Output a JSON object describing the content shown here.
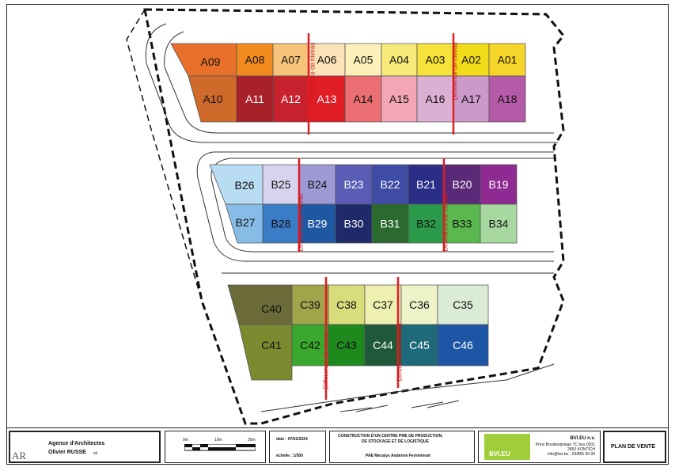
{
  "plan": {
    "row_a_top": [
      "A09",
      "A08",
      "A07",
      "A06",
      "A05",
      "A04",
      "A03",
      "A02",
      "A01"
    ],
    "row_a_bottom": [
      "A10",
      "A11",
      "A12",
      "A13",
      "A14",
      "A15",
      "A16",
      "A17",
      "A18"
    ],
    "row_b_top": [
      "B26",
      "B25",
      "B24",
      "B23",
      "B22",
      "B21",
      "B20",
      "B19"
    ],
    "row_b_bottom": [
      "B27",
      "B28",
      "B29",
      "B30",
      "B31",
      "B32",
      "B33",
      "B34"
    ],
    "row_c_top": [
      "C40",
      "C39",
      "C38",
      "C37",
      "C36",
      "C35"
    ],
    "row_c_bottom": [
      "C41",
      "C42",
      "C43",
      "C44",
      "C45",
      "C46"
    ],
    "level_note": "Différence de niveau",
    "colors": {
      "A09": "#e8702a",
      "A08": "#f28a1e",
      "A07": "#f6c37a",
      "A06": "#fbe2b8",
      "A05": "#fdf0b8",
      "A04": "#f7ea7a",
      "A03": "#f5e23a",
      "A02": "#f2dc1a",
      "A01": "#f6d52a",
      "A10": "#d06a2a",
      "A11": "#a8202a",
      "A12": "#c8222e",
      "A13": "#e01c24",
      "A14": "#ec6f73",
      "A15": "#f3a6b3",
      "A16": "#dcb0d2",
      "A17": "#cc9ac8",
      "A18": "#b45aa6",
      "B26": "#b8dcf2",
      "B25": "#d6d4ee",
      "B24": "#9e9ad6",
      "B23": "#5a5cb6",
      "B22": "#3e4ca6",
      "B21": "#2a2e86",
      "B20": "#5a2a78",
      "B19": "#8e2a92",
      "B27": "#86bce6",
      "B28": "#3a7cc6",
      "B29": "#1e58a2",
      "B30": "#1e2a6a",
      "B31": "#2a6a2e",
      "B32": "#2a9a4a",
      "B33": "#5ab84e",
      "B34": "#a6d8a0",
      "C40": "#6b6b3a",
      "C39": "#a0a44a",
      "C38": "#d8dc7a",
      "C37": "#eef0b0",
      "C36": "#eef2c8",
      "C35": "#dbecd6",
      "C41": "#7a8a2e",
      "C42": "#3aa82e",
      "C43": "#1e8a1e",
      "C44": "#1e5a3a",
      "C45": "#1e6a7a",
      "C46": "#1e56a6"
    }
  },
  "titleblock": {
    "architect_line1": "Agence d'Architectes",
    "architect_line2": "Olivier RUSSE",
    "architect_suffix": "srl",
    "logo_mark": "AR",
    "scale_ticks": [
      "0m",
      "10m",
      "20m"
    ],
    "date_label": "date : 07/02/2024",
    "scale_label": "échelle : 1/500",
    "project_title_1": "CONSTRUCTION D'UN CENTRE PME DE PRODUCTION,",
    "project_title_2": "DE STOCKAGE ET DE LOGISTIQUE",
    "project_location": "PAE Mecalys Andenne Fernelmont",
    "bvi_logo": "BVI.EU",
    "bvi_name": "BVI.EU n.v.",
    "bvi_addr1": "Prins Boudewijnlaan 7C bus 0201",
    "bvi_addr2": "2550 KONTICH",
    "bvi_contact": "info@bvi.be - 03/855 99 99",
    "plan_title": "PLAN DE VENTE"
  }
}
